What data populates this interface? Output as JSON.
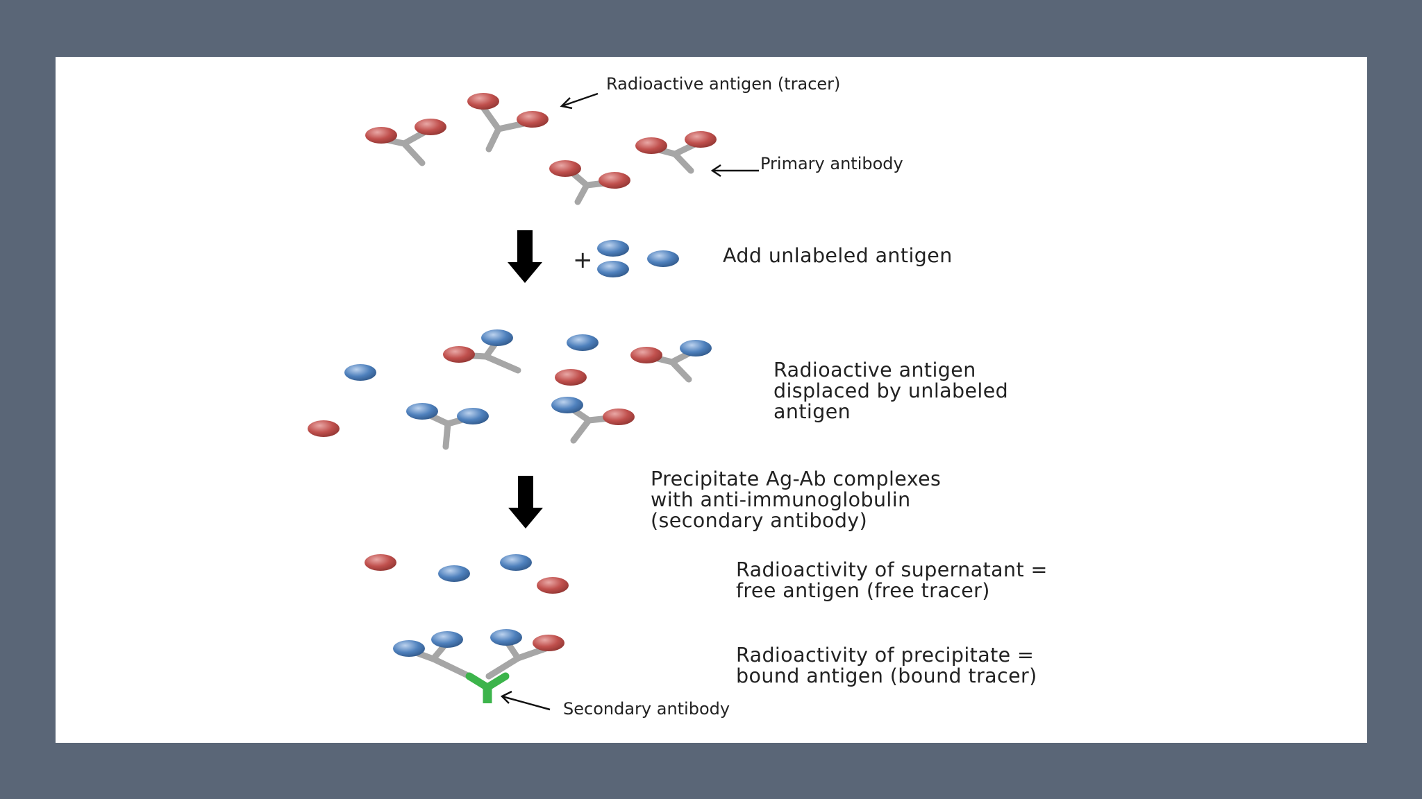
{
  "colors": {
    "background": "#5a6677",
    "slide": "#ffffff",
    "radioactive_antigen": "#c0504d",
    "unlabeled_antigen": "#4f81bd",
    "primary_antibody": "#a6a6a6",
    "secondary_antibody": "#3cb44b",
    "arrow": "#000000"
  },
  "labels": {
    "tracer": "Radioactive antigen (tracer)",
    "primary_antibody": "Primary antibody",
    "add_unlabeled": "Add unlabeled antigen",
    "plus": "+",
    "displaced": "Radioactive antigen\ndisplaced by unlabeled\nantigen",
    "precipitate": "Precipitate Ag-Ab complexes\nwith anti-immunoglobulin\n(secondary antibody)",
    "supernatant": "Radioactivity of supernatant =\nfree antigen (free tracer)",
    "precipitate_result": "Radioactivity of precipitate =\nbound antigen (bound tracer)",
    "secondary_antibody": "Secondary antibody"
  }
}
